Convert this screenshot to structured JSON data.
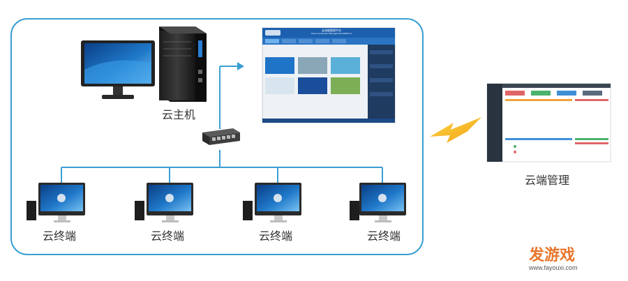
{
  "diagram": {
    "host_label": "云主机",
    "management_label": "云端管理",
    "terminals": [
      {
        "label": "云终端"
      },
      {
        "label": "云终端"
      },
      {
        "label": "云终端"
      },
      {
        "label": "云终端"
      }
    ]
  },
  "platform_window": {
    "title": "云电脑管理平台",
    "subtitle": "Cloud Computer Management Platform"
  },
  "watermark": {
    "text": "发游戏",
    "url": "www.fayouxi.com"
  },
  "colors": {
    "frame": "#3a9fd3",
    "line": "#3a9fd3",
    "lightning": "#f5b81d",
    "watermark": "#e8762b"
  }
}
